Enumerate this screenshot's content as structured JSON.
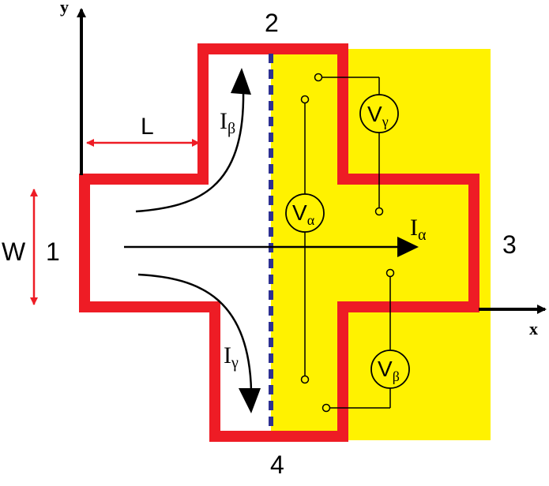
{
  "colors": {
    "yellow_region": "#fff200",
    "boundary": "#ee1c25",
    "dash_line": "#2e3192",
    "ink": "#000000",
    "meter_fill": "#fff200",
    "dimension": "#ee1c25"
  },
  "axes": {
    "x_label": "x",
    "y_label": "y"
  },
  "terminals": {
    "t1": "1",
    "t2": "2",
    "t3": "3",
    "t4": "4"
  },
  "dimensions": {
    "length_label": "L",
    "width_label": "W"
  },
  "currents": {
    "alpha": {
      "symbol": "I",
      "subscript": "α"
    },
    "beta": {
      "symbol": "I",
      "subscript": "β"
    },
    "gamma": {
      "symbol": "I",
      "subscript": "γ"
    }
  },
  "voltmeters": {
    "alpha": {
      "symbol": "V",
      "subscript": "α"
    },
    "beta": {
      "symbol": "V",
      "subscript": "β"
    },
    "gamma": {
      "symbol": "V",
      "subscript": "γ"
    }
  }
}
